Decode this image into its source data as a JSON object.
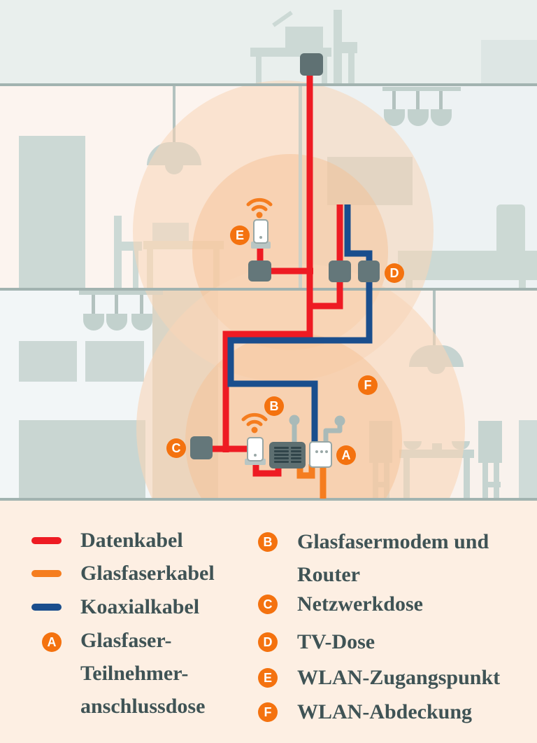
{
  "colors": {
    "datenkabel": "#ee1b23",
    "glasfaserkabel": "#f57d1f",
    "koaxialkabel": "#1a4e8d",
    "marker_orange": "#f4720f",
    "legend_text": "#3f5355",
    "legend_background": "#fdefe3"
  },
  "legend": {
    "cables": [
      {
        "label": "Datenkabel",
        "color": "#ee1b23"
      },
      {
        "label": "Glasfaserkabel",
        "color": "#f57d1f"
      },
      {
        "label": "Koaxialkabel",
        "color": "#1a4e8d"
      }
    ],
    "markers": [
      {
        "letter": "A",
        "label": "Glasfaser-\nTeilnehmer-\nanschlussdose"
      },
      {
        "letter": "B",
        "label": "Glasfasermodem und\nRouter"
      },
      {
        "letter": "C",
        "label": "Netzwerkdose"
      },
      {
        "letter": "D",
        "label": "TV-Dose"
      },
      {
        "letter": "E",
        "label": "WLAN-Zugangspunkt"
      },
      {
        "letter": "F",
        "label": "WLAN-Abdeckung"
      }
    ]
  }
}
